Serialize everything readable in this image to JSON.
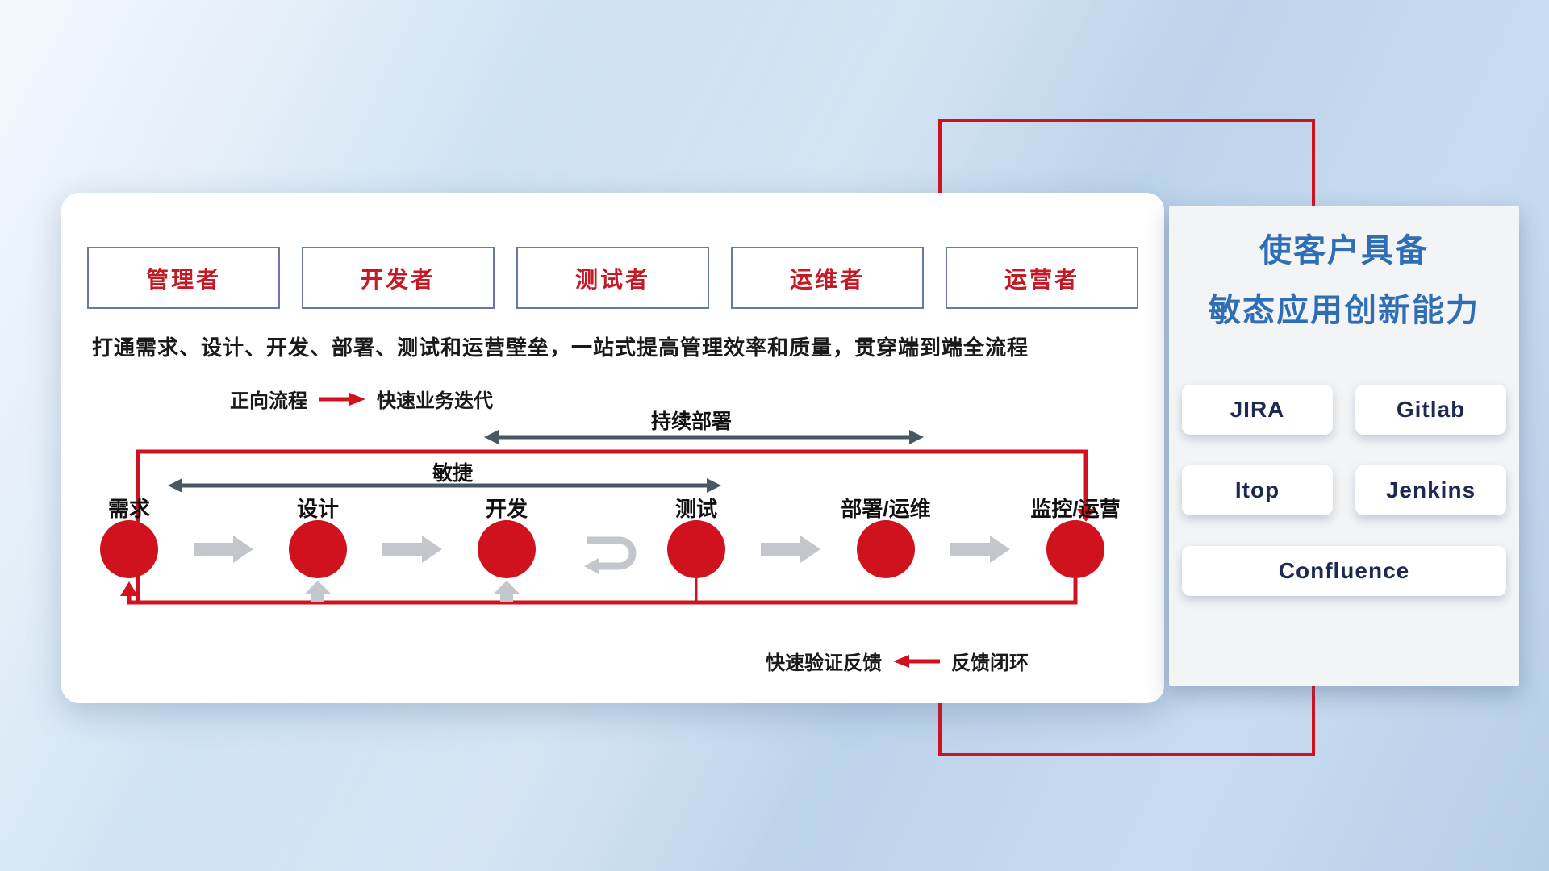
{
  "main_panel": {
    "roles": [
      "管理者",
      "开发者",
      "测试者",
      "运维者",
      "运营者"
    ],
    "subtitle": "打通需求、设计、开发、部署、测试和运营壁垒，一站式提高管理效率和质量，贯穿端到端全流程",
    "forward_legend": {
      "label": "正向流程",
      "value": "快速业务迭代"
    },
    "flow": {
      "stages": [
        "需求",
        "设计",
        "开发",
        "测试",
        "部署/运维",
        "监控/运营"
      ],
      "agile_label": "敏捷",
      "continuous_deploy_label": "持续部署"
    },
    "feedback_legend": {
      "label": "快速验证反馈",
      "value": "反馈闭环"
    }
  },
  "side_panel": {
    "title_line1": "使客户具备",
    "title_line2": "敏态应用创新能力",
    "tools": [
      "JIRA",
      "Gitlab",
      "Itop",
      "Jenkins",
      "Confluence"
    ]
  },
  "colors": {
    "accent_red": "#d0121f",
    "title_blue": "#2f6eb5",
    "tool_text": "#1c2950",
    "role_text": "#c41a26",
    "role_border": "#6a77ad",
    "arrow_gray": "#c3c7cb",
    "dark_arrow": "#4a5763"
  }
}
